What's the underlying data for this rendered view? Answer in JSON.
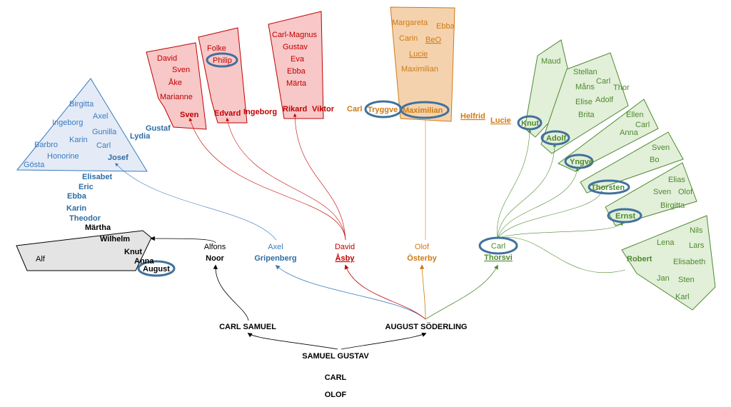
{
  "colors": {
    "black": "#000000",
    "blue": "#3b7bbf",
    "blue_dark": "#2e6da4",
    "blue_fill": "#e4ebf6",
    "red": "#c00000",
    "red_fill": "#f8c7c7",
    "orange": "#d07a12",
    "orange_fill": "#f4d2ad",
    "green": "#4e8a2f",
    "green_fill": "#e2efd9",
    "gray_fill": "#e4e4e4",
    "oval": "#41719c"
  },
  "root": {
    "olof": "OLOF",
    "carl": "CARL",
    "samuel_gustav": "SAMUEL GUSTAV",
    "carl_samuel": "CARL SAMUEL",
    "august_soderling": "AUGUST SÖDERLING"
  },
  "branches": {
    "noor": {
      "first": "Alfons",
      "last": "Noor"
    },
    "gripenberg": {
      "first": "Axel",
      "last": "Gripenberg"
    },
    "asby": {
      "first": "David",
      "last": "Åsby"
    },
    "osterby": {
      "first": "Olof",
      "last": "Österby"
    },
    "thorsvi": {
      "first": "Carl",
      "last": "Thorsvi"
    }
  },
  "noor_group": {
    "box": [
      "Alf"
    ],
    "names": [
      "Märtha",
      "Wilhelm",
      "Knut",
      "Anna",
      "August"
    ]
  },
  "gripenberg_group": {
    "box": [
      "Birgitta",
      "Ingeborg",
      "Axel",
      "Gunilla",
      "Karin",
      "Barbro",
      "Carl",
      "Honorine",
      "Josef",
      "Gösta"
    ],
    "names": [
      "Gustaf",
      "Lydia",
      "Elisabet",
      "Eric",
      "Ebba",
      "Karin",
      "Theodor"
    ]
  },
  "asby_group": {
    "box1": [
      "David",
      "Sven",
      "Åke",
      "Marianne",
      "Sven"
    ],
    "box2": [
      "Folke",
      "Philip",
      "Edvard"
    ],
    "box3": [
      "Carl-Magnus",
      "Gustav",
      "Eva",
      "Ebba",
      "Märta",
      "Rikard"
    ],
    "names": [
      "Ingeborg",
      "Viktor"
    ]
  },
  "osterby_group": {
    "box": [
      "Margareta",
      "Ebba",
      "Carin",
      "BeO",
      "Lucie",
      "Maximilian",
      "Maximilian"
    ],
    "names": [
      "Carl",
      "Tryggve",
      "Helfrid",
      "Lucie"
    ]
  },
  "thorsvi_group": {
    "box1": [
      "Maud",
      "Knut"
    ],
    "box2": [
      "Stellan",
      "Carl",
      "Thor",
      "Måns",
      "Adolf",
      "Elise",
      "Brita",
      "Adolf"
    ],
    "box3": [
      "Ellen",
      "Carl",
      "Anna",
      "Yngve"
    ],
    "box4": [
      "Sven",
      "Bo",
      "Thorsten"
    ],
    "box5": [
      "Elias",
      "Sven",
      "Olof",
      "Birgitta",
      "Ernst"
    ],
    "box6": [
      "Nils",
      "Lena",
      "Lars",
      "Robert",
      "Elisabeth",
      "Jan",
      "Sten",
      "Karl"
    ]
  }
}
